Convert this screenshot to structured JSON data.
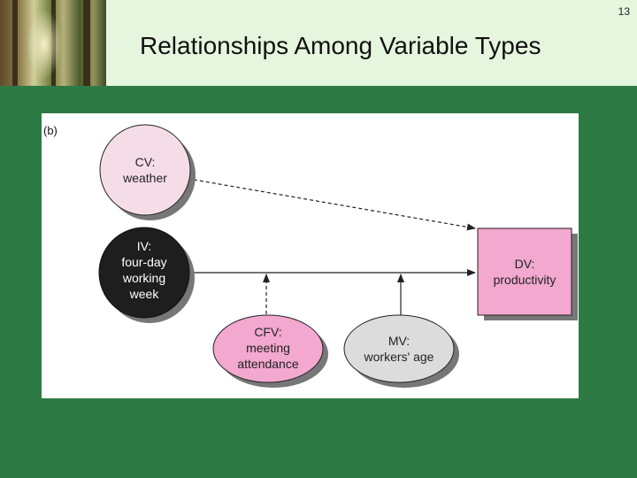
{
  "slide": {
    "number": "13",
    "title": "Relationships Among Variable Types"
  },
  "diagram": {
    "panel_label": "(b)",
    "nodes": {
      "cv": {
        "lines": [
          "CV:",
          "weather"
        ],
        "fill": "#f5dde8",
        "text_color": "#222222"
      },
      "iv": {
        "lines": [
          "IV:",
          "four-day",
          "working",
          "week"
        ],
        "fill": "#1e1e1e",
        "text_color": "#ffffff"
      },
      "cfv": {
        "lines": [
          "CFV:",
          "meeting",
          "attendance"
        ],
        "fill": "#f2a8cf",
        "text_color": "#222222"
      },
      "mv": {
        "lines": [
          "MV:",
          "workers' age"
        ],
        "fill": "#dcdcdc",
        "text_color": "#222222"
      },
      "dv": {
        "lines": [
          "DV:",
          "productivity"
        ],
        "fill": "#f2a8cf",
        "text_color": "#222222"
      }
    },
    "edges": [
      {
        "from": "cv",
        "to": "dv",
        "style": "dashed"
      },
      {
        "from": "iv",
        "to": "dv",
        "style": "solid"
      },
      {
        "from": "cfv",
        "to": "iv-dv",
        "style": "dashed"
      },
      {
        "from": "mv",
        "to": "iv-dv",
        "style": "solid"
      }
    ]
  }
}
